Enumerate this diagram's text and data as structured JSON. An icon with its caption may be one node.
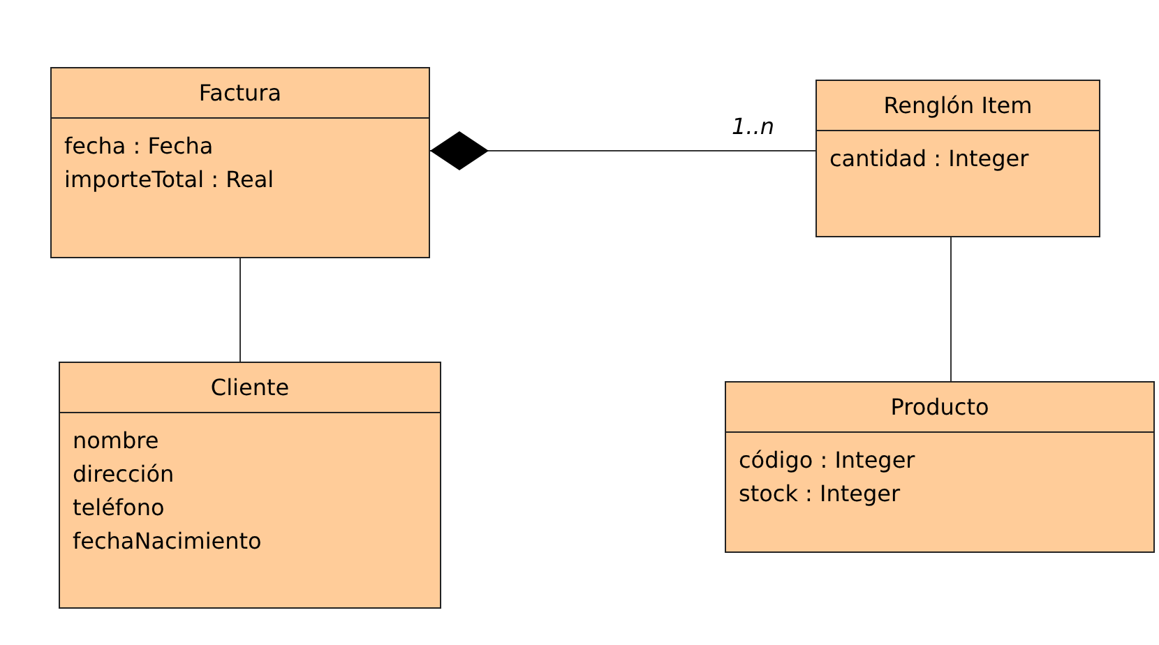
{
  "diagram": {
    "nodes": [
      {
        "text": [
          "Factura",
          "fecha : Fecha",
          "importeTotal : Real"
        ]
      },
      {
        "text": [
          "Renglón Item",
          "cantidad : Integer"
        ]
      },
      {
        "text": [
          "Cliente",
          "nombre",
          "dirección",
          "teléfono",
          "fechaNacimiento"
        ]
      },
      {
        "text": [
          "Producto",
          "código : Integer",
          "stock : Integer"
        ]
      }
    ],
    "edges": [
      {
        "from": 0,
        "to": 1,
        "arrow": "other",
        "label": "1..n"
      },
      {
        "from": 0,
        "to": 2,
        "arrow": "none"
      },
      {
        "from": 1,
        "to": 3,
        "arrow": "none"
      }
    ]
  }
}
